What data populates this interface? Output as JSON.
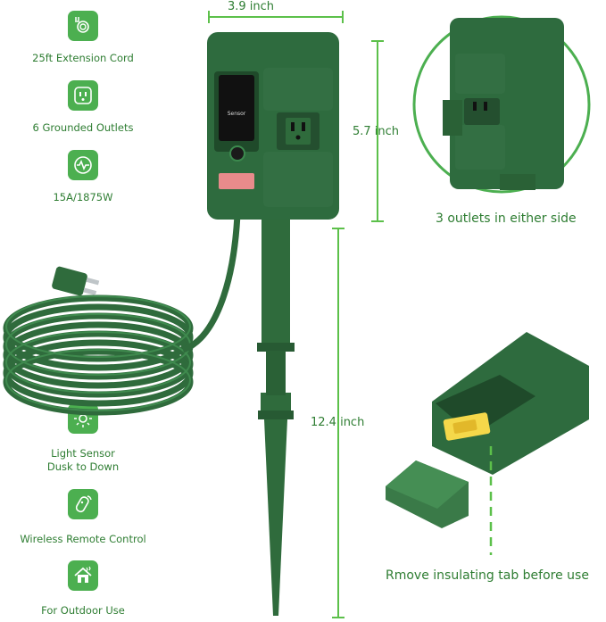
{
  "features": [
    {
      "icon": "extension-cord-icon",
      "label": "25ft Extension Cord"
    },
    {
      "icon": "grounded-outlet-icon",
      "label": "6 Grounded Outlets"
    },
    {
      "icon": "power-rating-icon",
      "label": "15A/1875W"
    },
    {
      "icon": "light-sensor-icon",
      "label": "Light Sensor",
      "label2": "Dusk to Down"
    },
    {
      "icon": "remote-control-icon",
      "label": "Wireless Remote Control"
    },
    {
      "icon": "outdoor-home-icon",
      "label": "For Outdoor Use"
    }
  ],
  "dimensions": {
    "width": "3.9 inch",
    "height": "5.7 inch",
    "stake": "12.4 inch"
  },
  "callouts": {
    "side_outlets": "3 outlets in either side",
    "insulating_tab": "Rmove insulating tab before use"
  },
  "timer_panel": {
    "sensor": "Sensor"
  },
  "colors": {
    "product_green": "#2e6b3e",
    "accent_green": "#4caf50",
    "text_green": "#2e7d32",
    "dimension_green": "#5cc04a"
  }
}
